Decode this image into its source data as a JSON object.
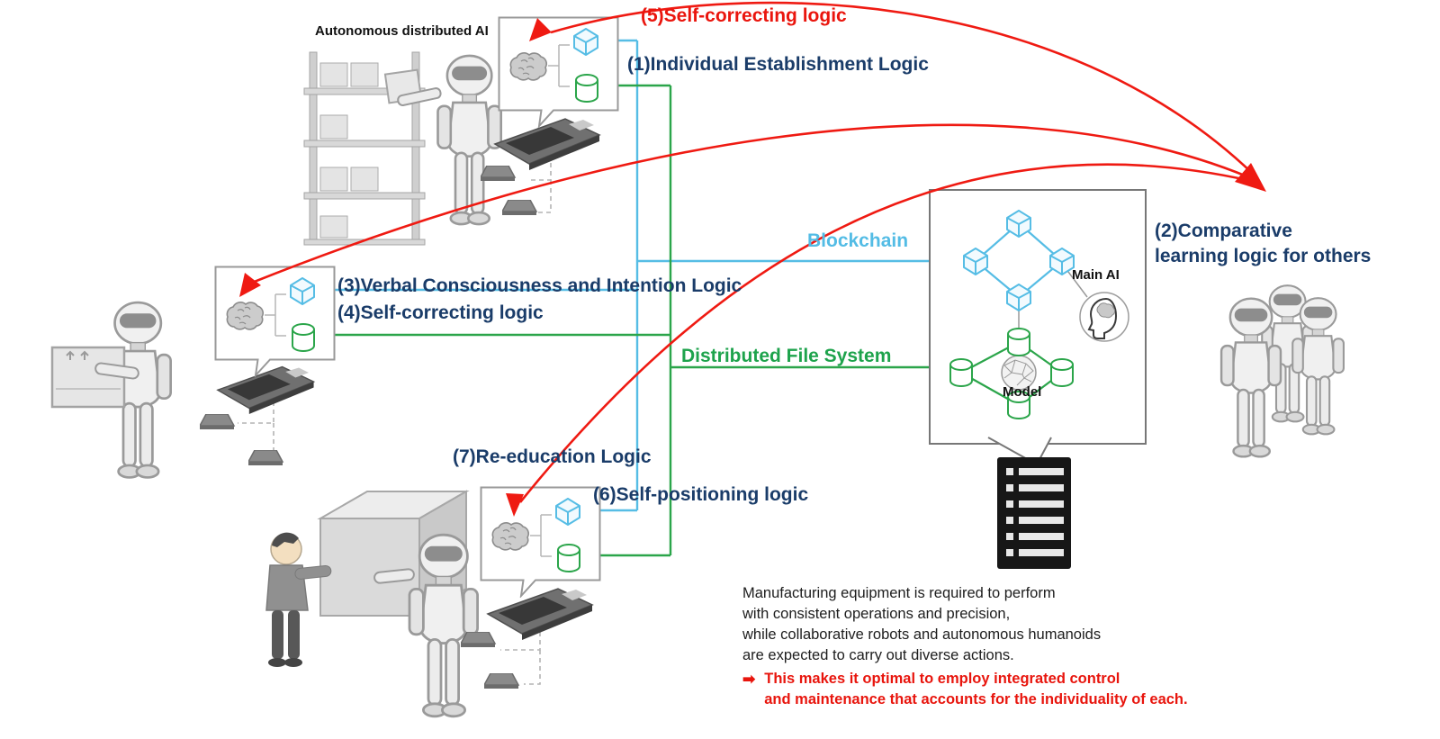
{
  "colors": {
    "red": "#ea150d",
    "navy": "#1a3c69",
    "blue": "#53bce5",
    "green": "#1ea34c"
  },
  "labels": {
    "scene_top": "Autonomous distributed AI",
    "logic5": "(5)Self-correcting logic",
    "logic1": "(1)Individual Establishment Logic",
    "logic3": "(3)Verbal Consciousness and Intention Logic",
    "logic4": "(4)Self-correcting logic",
    "logic7": "(7)Re-education Logic",
    "logic6": "(6)Self-positioning logic",
    "logic2_line1": "(2)Comparative",
    "logic2_line2": "learning logic for others",
    "blockchain": "Blockchain",
    "distributed_file_system": "Distributed File System",
    "main_ai": "Main AI",
    "model": "Model"
  },
  "icons": {
    "right_arrow_glyph": "➡"
  },
  "note": {
    "lines": [
      "Manufacturing equipment is required to perform",
      "with consistent operations and precision,",
      "while collaborative robots and autonomous humanoids",
      "are expected to carry out diverse actions."
    ],
    "red_lines": [
      "This makes it optimal to employ integrated control",
      "and maintenance that accounts for the individuality of each."
    ]
  }
}
